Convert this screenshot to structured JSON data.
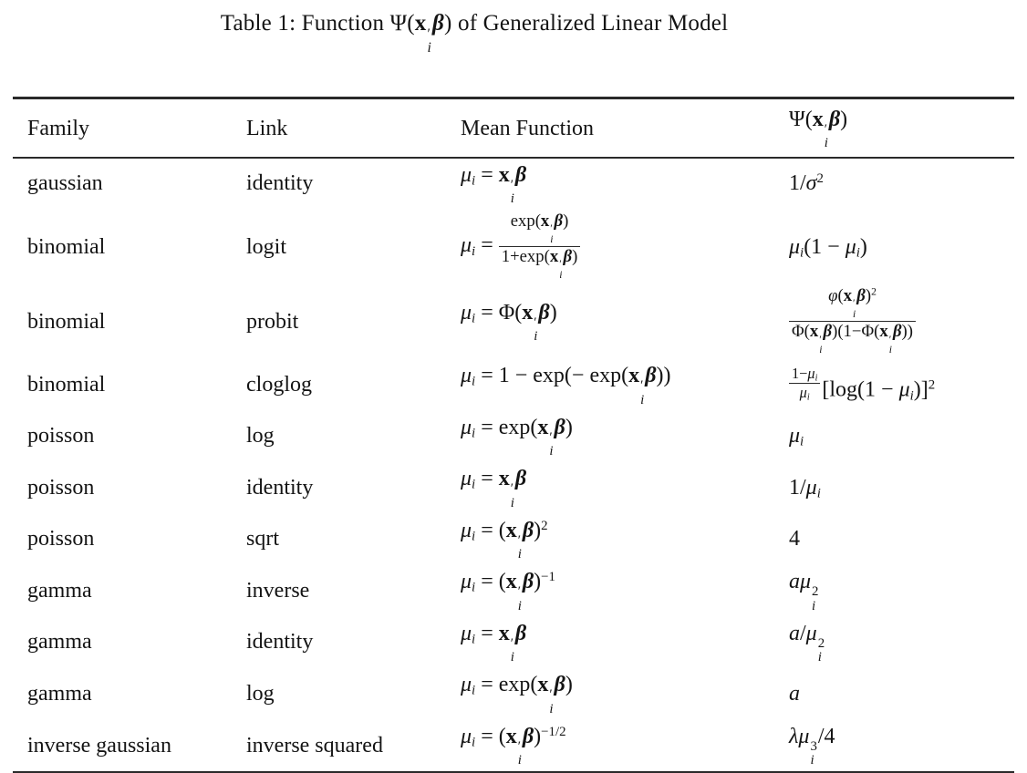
{
  "page": {
    "background_color": "#ffffff",
    "text_color": "#141414",
    "rule_color": "#2a2a2a"
  },
  "title_html": "Table 1: Function Ψ(@XB@) of Generalized Linear Model",
  "math_tokens": {
    "XB": "<b>x</b><span class='ss'><span>′</span><span><i>i</i></span></span><span class='bi'>β</span>",
    "MUI": "<i>μ</i><sub><i>i</i></sub>",
    "MUI2": "<i>μ</i><span class='ss'><span>2</span><span><i>i</i></span></span>",
    "MUI3": "<i>μ</i><span class='ss'><span>3</span><span><i>i</i></span></span>"
  },
  "table": {
    "headers": {
      "family": "Family",
      "link": "Link",
      "mean": "Mean Function",
      "psi_html": "Ψ(@XB@)"
    },
    "rows": [
      {
        "family": "gaussian",
        "link": "identity",
        "mean_html": "@MUI@ = @XB@",
        "psi_html": "1/<i>σ</i><sup>2</sup>"
      },
      {
        "family": "binomial",
        "link": "logit",
        "mean_html": "@MUI@ = <span class='fr'><span class='nu'>exp(@XB@)</span><span class='de'>1+exp(@XB@)</span></span>",
        "psi_html": "@MUI@(1 − @MUI@)"
      },
      {
        "family": "binomial",
        "link": "probit",
        "mean_html": "@MUI@ = Φ(@XB@)",
        "psi_html": "<span class='fr'><span class='nu'><i>φ</i>(@XB@)<sup>2</sup></span><span class='de'>Φ(@XB@)(1−Φ(@XB@))</span></span>"
      },
      {
        "family": "binomial",
        "link": "cloglog",
        "mean_html": "@MUI@ = 1 − exp(− exp(@XB@))",
        "psi_html": "<span class='fr sm'><span class='nu'>1−@MUI@</span><span class='de'>@MUI@</span></span>[log(1 − @MUI@)]<sup>2</sup>"
      },
      {
        "family": "poisson",
        "link": "log",
        "mean_html": "@MUI@ = exp(@XB@)",
        "psi_html": "@MUI@"
      },
      {
        "family": "poisson",
        "link": "identity",
        "mean_html": "@MUI@ = @XB@",
        "psi_html": "1/@MUI@"
      },
      {
        "family": "poisson",
        "link": "sqrt",
        "mean_html": "@MUI@ = (@XB@)<sup>2</sup>",
        "psi_html": "4"
      },
      {
        "family": "gamma",
        "link": "inverse",
        "mean_html": "@MUI@ = (@XB@)<sup>−1</sup>",
        "psi_html": "<i>a</i>@MUI2@"
      },
      {
        "family": "gamma",
        "link": "identity",
        "mean_html": "@MUI@ = @XB@",
        "psi_html": "<i>a</i>/@MUI2@"
      },
      {
        "family": "gamma",
        "link": "log",
        "mean_html": "@MUI@ = exp(@XB@)",
        "psi_html": "<i>a</i>"
      },
      {
        "family": "inverse gaussian",
        "link": "inverse squared",
        "mean_html": "@MUI@ = (@XB@)<sup>−1/2</sup>",
        "psi_html": "<i>λ</i>@MUI3@/4"
      }
    ]
  }
}
